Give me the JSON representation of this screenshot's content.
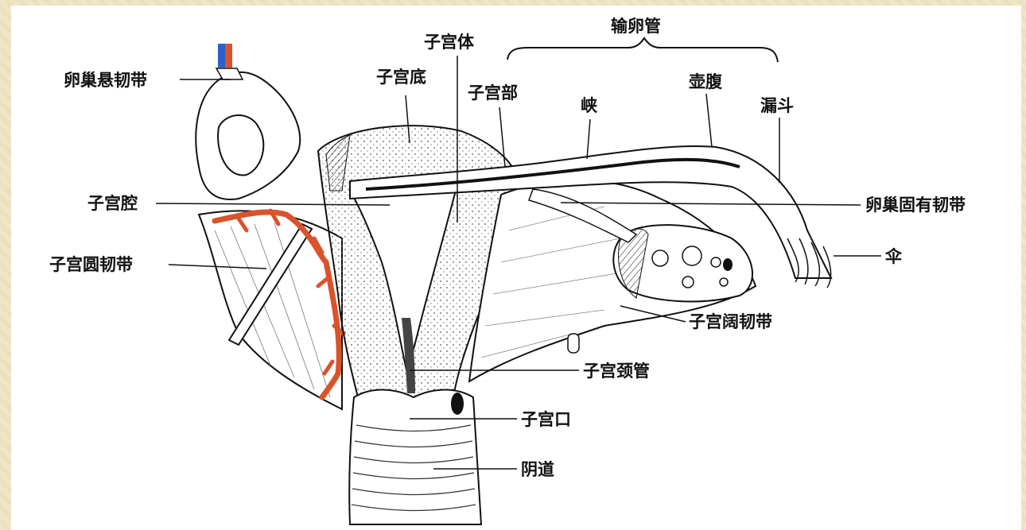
{
  "labels": {
    "ovary_suspensory_ligament": "卵巢悬韧带",
    "uterine_body": "子宫体",
    "fallopian_tube": "输卵管",
    "fundus": "子宫底",
    "uterine_part": "子宫部",
    "isthmus": "峡",
    "ampulla": "壶腹",
    "infundibulum": "漏斗",
    "uterine_cavity": "子宫腔",
    "ovarian_ligament": "卵巢固有韧带",
    "round_ligament": "子宫圆韧带",
    "fimbria": "伞",
    "broad_ligament": "子宫阔韧带",
    "cervical_canal": "子宫颈管",
    "uterine_os": "子宫口",
    "vagina": "阴道"
  },
  "colors": {
    "frame": "#efe6c8",
    "panel": "#ffffff",
    "ink": "#111111",
    "vessel_red": "#d9532b",
    "vessel_blue": "#2f5fc9",
    "stipple": "#555555"
  }
}
